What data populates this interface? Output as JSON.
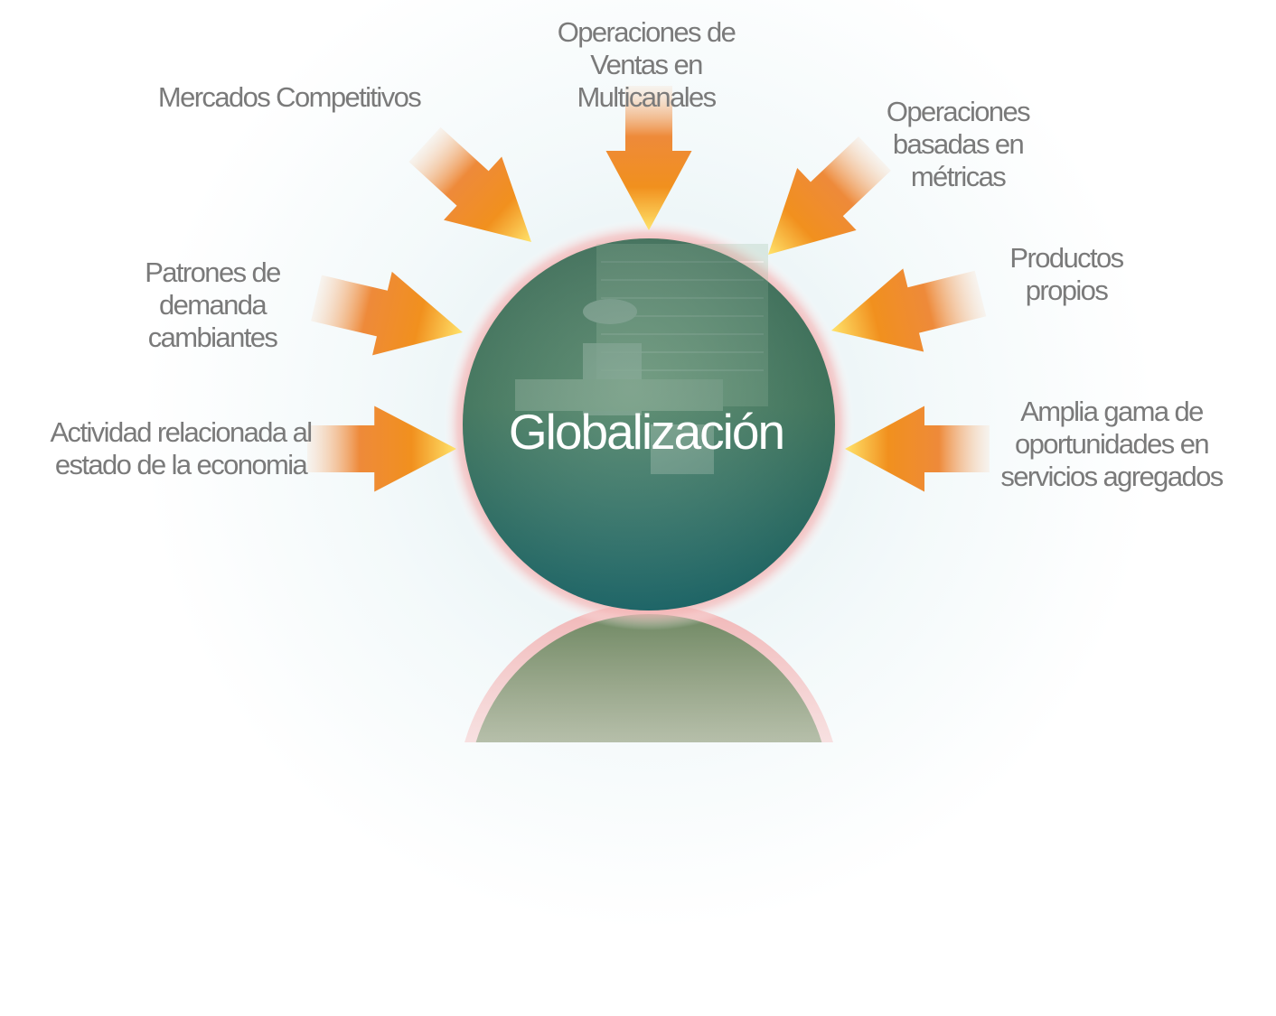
{
  "center": {
    "title": "Globalización",
    "colors": {
      "top": "#2f6b4f",
      "bottom": "#1c6b6a",
      "halo": "#f2a6a6"
    }
  },
  "drivers": [
    {
      "id": "mercados",
      "label": "Mercados Competitivos"
    },
    {
      "id": "multicanales",
      "label": "Operaciones de\nVentas en\nMulticanales"
    },
    {
      "id": "metricas",
      "label": "Operaciones\nbasadas en\nmétricas"
    },
    {
      "id": "patrones",
      "label": "Patrones de\ndemanda\ncambiantes"
    },
    {
      "id": "productos",
      "label": "Productos\npropios"
    },
    {
      "id": "actividad",
      "label": "Actividad relacionada al\nestado de la economia"
    },
    {
      "id": "amplia",
      "label": "Amplia gama de\noportunidades en\nservicios agregados"
    }
  ],
  "arrow_colors": {
    "head": "#ffe36b",
    "mid": "#f28c1e",
    "tail": "#e8751a"
  }
}
